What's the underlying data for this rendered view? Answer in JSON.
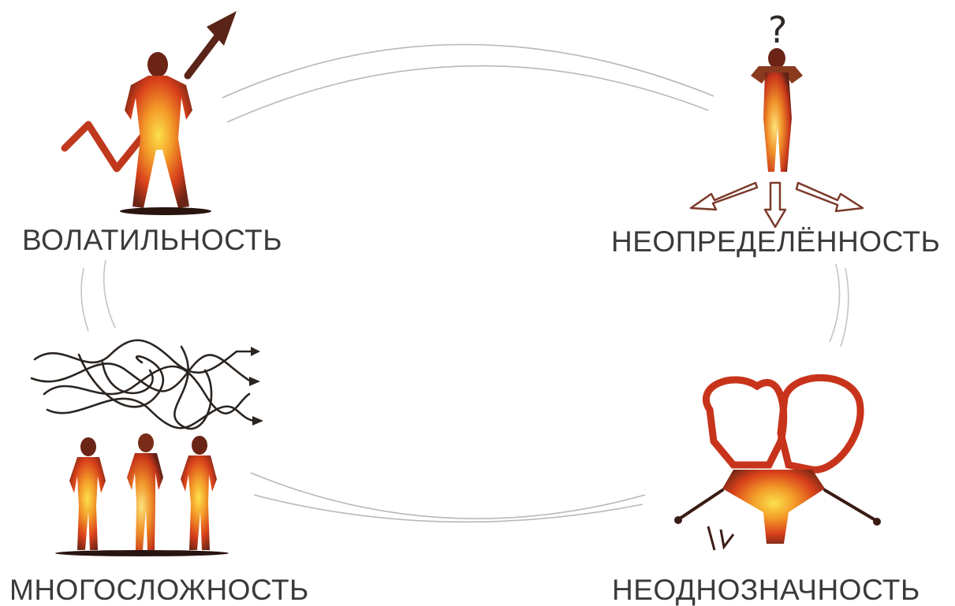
{
  "diagram": {
    "nodes": [
      {
        "id": "volatility",
        "label": "ВОЛАТИЛЬНОСТЬ",
        "icon": "rising-zigzag-arrow-figure"
      },
      {
        "id": "uncertainty",
        "label": "НЕОПРЕДЕЛЁННОСТЬ",
        "icon": "question-mark-figure-three-arrows"
      },
      {
        "id": "complexity",
        "label": "МНОГОСЛОЖНОСТЬ",
        "icon": "tangled-lines-three-figures"
      },
      {
        "id": "ambiguity",
        "label": "НЕОДНОЗНАЧНОСТЬ",
        "icon": "two-headed-figure"
      }
    ],
    "colors": {
      "accent": "#e8501a",
      "highlight": "#f7b52c",
      "dark": "#5a2418",
      "label": "#3a3a3a",
      "connector": "#b8b8b8"
    }
  }
}
